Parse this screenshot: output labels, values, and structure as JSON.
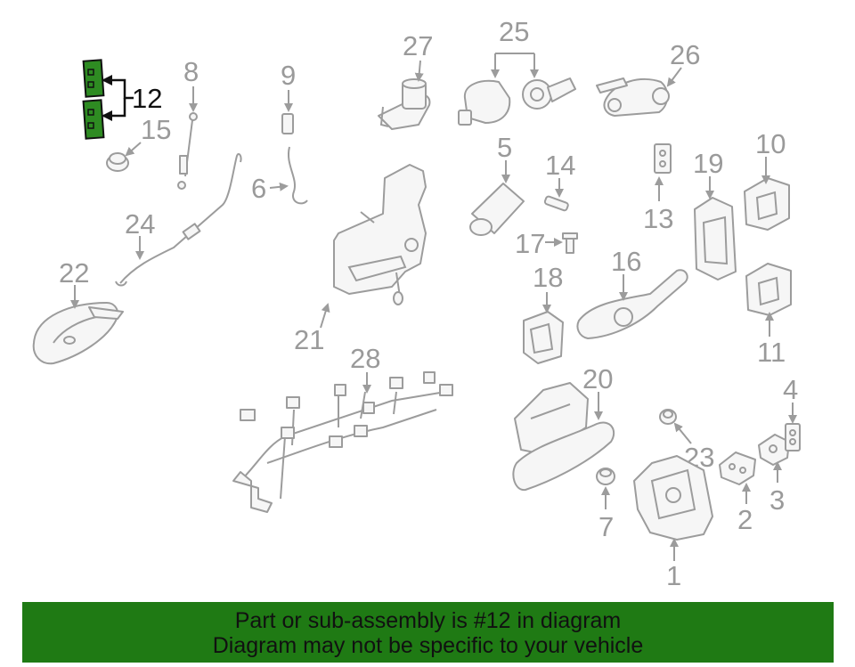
{
  "diagram": {
    "highlight_part": "12",
    "highlight_color": "#2e8b22",
    "callouts": [
      "1",
      "2",
      "3",
      "4",
      "5",
      "6",
      "7",
      "8",
      "9",
      "10",
      "11",
      "12",
      "13",
      "14",
      "15",
      "16",
      "17",
      "18",
      "19",
      "20",
      "21",
      "22",
      "23",
      "24",
      "25",
      "26",
      "27",
      "28"
    ]
  },
  "banner": {
    "line1": "Part or sub-assembly is #12 in diagram",
    "line2": "Diagram may not be specific to your vehicle",
    "background": "#1f7a14"
  }
}
